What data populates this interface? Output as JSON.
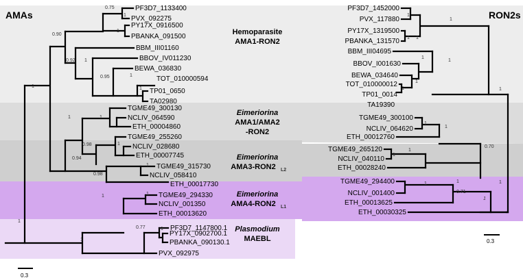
{
  "headers": {
    "left": "AMAs",
    "right": "RON2s"
  },
  "groups": {
    "hemo": {
      "line1": "Hemoparasite",
      "line2": "AMA1-RON2"
    },
    "eim1": {
      "line1": "Eimeriorina",
      "line2": "AMA1/AMA2",
      "line3": "-RON2"
    },
    "eim2": {
      "line1": "Eimeriorina",
      "line2": "AMA3-RON2",
      "sub": "L2"
    },
    "eim3": {
      "line1": "Eimeriorina",
      "line2": "AMA4-RON2",
      "sub": "L1"
    },
    "plas": {
      "line1": "Plasmodium",
      "line2": "MAEBL"
    }
  },
  "scale_bars": {
    "left": "0.3",
    "right": "0.3"
  },
  "left_leaves": [
    "PF3D7_1133400",
    "PVX_092275",
    "PY17X_0916500",
    "PBANKA_091500",
    "BBM_III01160",
    "BBOV_IV011230",
    "BEWA_036830",
    "TOT_010000594",
    "TP01_0650",
    "TA02980",
    "TGME49_300130",
    "NCLIV_064590",
    "ETH_00004860",
    "TGME49_255260",
    "NCLIV_028680",
    "ETH_00007745",
    "TGME49_315730",
    "NCLIV_058410",
    "ETH_00017730",
    "TGME49_294330",
    "NCLIV_001350",
    "ETH_00013620",
    "PF3D7_1147800.1",
    "PY17X_0902700.1",
    "PBANKA_090130.1",
    "PVX_092975"
  ],
  "right_leaves": [
    "PF3D7_1452000",
    "PVX_117880",
    "PY17X_1319500",
    "PBANKA_131570",
    "BBM_III04695",
    "BBOV_I001630",
    "BEWA_034640",
    "TOT_010000012",
    "TP01_0014",
    "TA19390",
    "TGME49_300100",
    "NCLIV_064620",
    "ETH_00012760",
    "TGME49_265120",
    "NCLIV_040110",
    "ETH_00028240",
    "TGME49_294400",
    "NCLIV_001400",
    "ETH_00013625",
    "ETH_00030325"
  ],
  "left_support": [
    "0.75",
    "1",
    "1",
    "0.90",
    "0.92",
    "1",
    "1",
    "0.95",
    "1",
    "1",
    "1",
    "1",
    "0.98",
    "1",
    "0.94",
    "0.98",
    "1",
    "1",
    "1",
    "0.77",
    "1",
    "1",
    "1"
  ],
  "right_support": [
    "1",
    "1",
    "1",
    "1",
    "1",
    "1",
    "1",
    "1",
    "1",
    "1",
    "1",
    "1",
    "1",
    "0.70",
    "1",
    "1",
    "0.71",
    "1",
    "1"
  ],
  "colors": {
    "band_light": "#ededed",
    "band_mid": "#dcdcdc",
    "band_dark": "#cfcfcf",
    "band_purple": "#d4a8ee",
    "band_lightpurple": "#ebd9f6"
  }
}
